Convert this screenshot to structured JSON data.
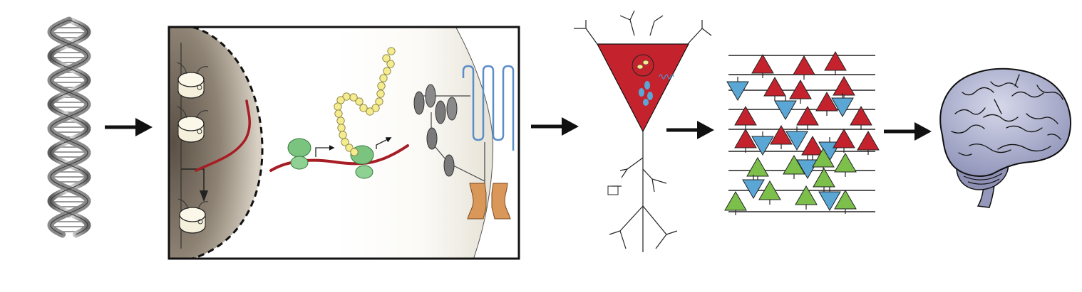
{
  "figure": {
    "stages": [
      {
        "id": "dna",
        "icon": "dna-double-helix-icon"
      },
      {
        "id": "cell",
        "icon": "cell-interior-icon"
      },
      {
        "id": "neuron",
        "icon": "pyramidal-neuron-icon"
      },
      {
        "id": "circuit",
        "icon": "neural-circuit-icon"
      },
      {
        "id": "brain",
        "icon": "brain-icon"
      }
    ],
    "arrows": 4,
    "colors": {
      "arrow": "#111111",
      "mrna": "#a61d24",
      "neuron_red": "#c4232e",
      "neuron_blue": "#5aa7d6",
      "neuron_green": "#7cbf4a",
      "ribosome": "#7bc47f",
      "protein_bead": "#f4ec8f",
      "receptor": "#5b8dc7",
      "channel": "#d9975a",
      "complex": "#7a7a7a",
      "nucleus_dark": "#6b6154",
      "brain": "#a6a9c9"
    }
  }
}
